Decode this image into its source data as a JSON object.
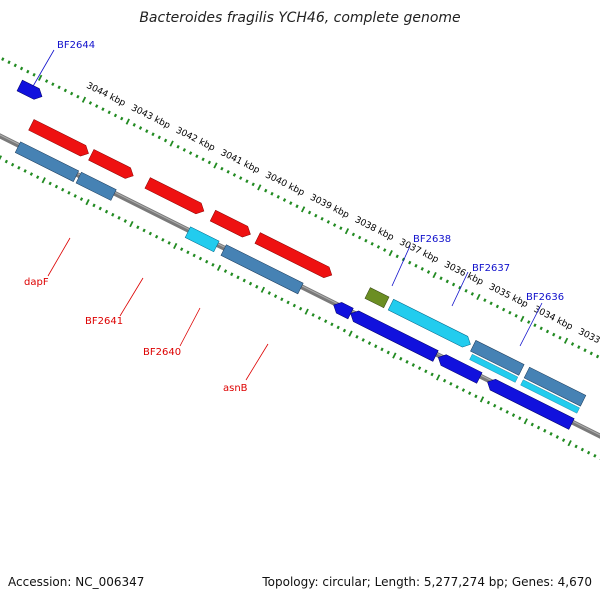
{
  "title": "Bacteroides fragilis YCH46, complete genome",
  "footer": {
    "accession": "Accession: NC_006347",
    "summary": "Topology: circular; Length: 5,277,274 bp; Genes: 4,670"
  },
  "ticks": [
    "3044 kbp",
    "3043 kbp",
    "3042 kbp",
    "3041 kbp",
    "3040 kbp",
    "3039 kbp",
    "3038 kbp",
    "3037 kbp",
    "3036 kbp",
    "3035 kbp",
    "3034 kbp",
    "3033 kbp"
  ],
  "top_labels": [
    "BF2644",
    "BF2638",
    "BF2637",
    "BF2636"
  ],
  "bottom_labels": [
    "dapF",
    "BF2641",
    "BF2640",
    "asnB"
  ],
  "colors": {
    "red": "#ee1111",
    "steel": "#4682b4",
    "cyan": "#22ccee",
    "blue": "#1111dd",
    "olive": "#6b8e23",
    "backbone": "#808080",
    "ring": "#228b22",
    "label_top": "#1010cc",
    "label_bottom": "#dd0000"
  }
}
